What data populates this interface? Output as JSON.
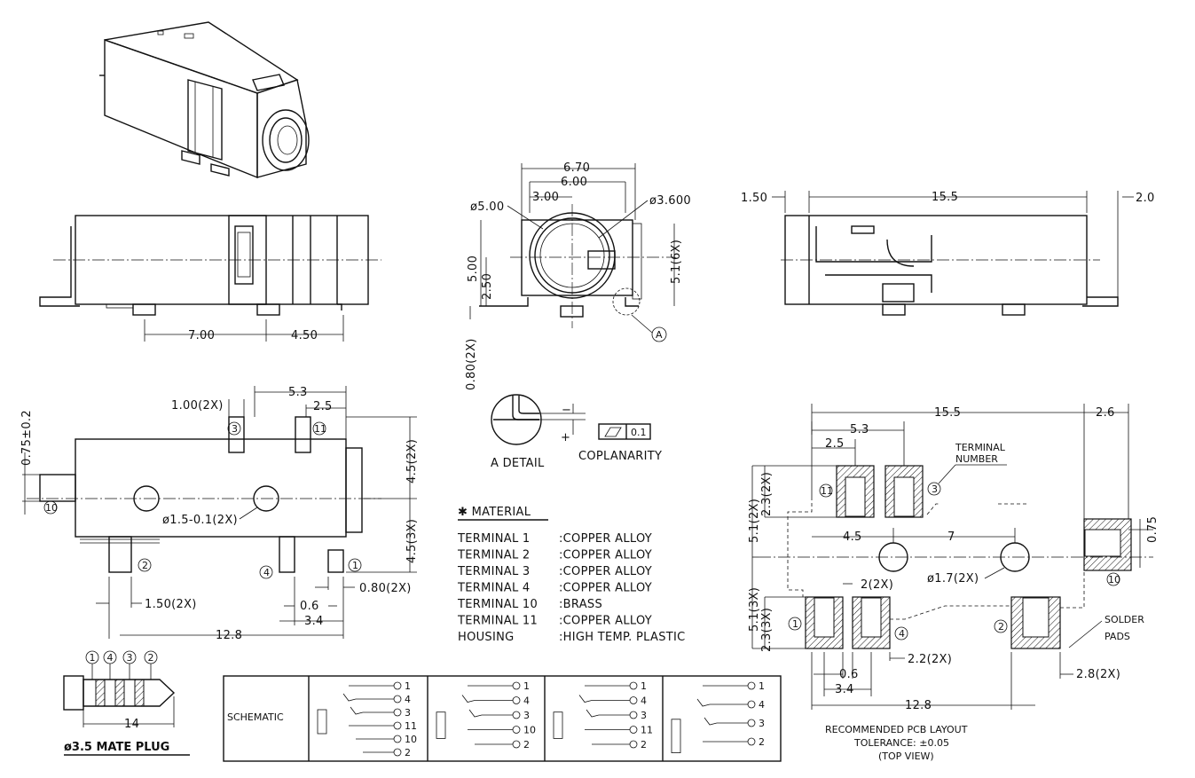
{
  "side_view": {
    "dim_700": "7.00",
    "dim_450": "4.50"
  },
  "front_view": {
    "dim_670": "6.70",
    "dim_600": "6.00",
    "dim_300": "3.00",
    "dia_500": "ø5.00",
    "dia_3600": "ø3.600",
    "dim_500v": "5.00",
    "dim_250v": "2.50",
    "dim_51_6x": "5.1(6X)",
    "dim_080_2x": "0.80(2X)",
    "detail_ref": "A"
  },
  "rear_view": {
    "dim_150": "1.50",
    "dim_155": "15.5",
    "dim_20": "2.0"
  },
  "top_view": {
    "dim_100_2x": "1.00(2X)",
    "dim_53": "5.3",
    "dim_25": "2.5",
    "dim_075": "0.75±0.2",
    "dim_45_2x": "4.5(2X)",
    "dim_45_3x": "4.5(3X)",
    "hole": "ø1.5-0.1(2X)",
    "dim_150_2x": "1.50(2X)",
    "dim_080_2x": "0.80(2X)",
    "dim_06": "0.6",
    "dim_34": "3.4",
    "dim_128": "12.8",
    "pin_3": "3",
    "pin_11": "11",
    "pin_10": "10",
    "pin_2": "2",
    "pin_4": "4",
    "pin_1": "1"
  },
  "detail": {
    "label": "A DETAIL",
    "coplanarity_label": "COPLANARITY",
    "coplanarity_value": "0.1",
    "minus": "−",
    "plus": "+"
  },
  "material": {
    "title": "✱ MATERIAL",
    "rows": [
      {
        "name": "TERMINAL 1",
        "value": ":COPPER ALLOY"
      },
      {
        "name": "TERMINAL 2",
        "value": ":COPPER ALLOY"
      },
      {
        "name": "TERMINAL 3",
        "value": ":COPPER ALLOY"
      },
      {
        "name": "TERMINAL 4",
        "value": ":COPPER ALLOY"
      },
      {
        "name": "TERMINAL 10",
        "value": ":BRASS"
      },
      {
        "name": "TERMINAL 11",
        "value": ":COPPER ALLOY"
      },
      {
        "name": "HOUSING",
        "value": ":HIGH TEMP. PLASTIC"
      }
    ]
  },
  "pcb": {
    "dim_155": "15.5",
    "dim_26": "2.6",
    "dim_53": "5.3",
    "dim_25": "2.5",
    "terminal_number": "TERMINAL\nNUMBER",
    "terminal_number_l1": "TERMINAL",
    "terminal_number_l2": "NUMBER",
    "dim_23_2x": "2.3(2X)",
    "dim_51_2x": "5.1(2X)",
    "dim_51_3x": "5.1(3X)",
    "dim_23_3x": "2.3(3X)",
    "dim_45": "4.5",
    "dim_7": "7",
    "dim_075": "0.75",
    "hole": "ø1.7(2X)",
    "dim_2_2x": "2(2X)",
    "dim_06": "0.6",
    "dim_22_2x": "2.2(2X)",
    "dim_34": "3.4",
    "dim_28_2x": "2.8(2X)",
    "dim_128": "12.8",
    "solder_l1": "SOLDER",
    "solder_l2": "PADS",
    "caption_l1": "RECOMMENDED PCB LAYOUT",
    "caption_l2": "TOLERANCE: ±0.05",
    "caption_l3": "(TOP VIEW)",
    "pin_11": "11",
    "pin_3": "3",
    "pin_1": "1",
    "pin_4": "4",
    "pin_2": "2",
    "pin_10": "10"
  },
  "plug": {
    "pins": [
      "1",
      "4",
      "3",
      "2"
    ],
    "dim_14": "14",
    "label": "ø3.5 MATE PLUG"
  },
  "schematic": {
    "title": "SCHEMATIC",
    "boxes": [
      {
        "labels": [
          "1",
          "4",
          "3",
          "11",
          "10",
          "2"
        ]
      },
      {
        "labels": [
          "1",
          "4",
          "3",
          "10",
          "2"
        ]
      },
      {
        "labels": [
          "1",
          "4",
          "3",
          "11",
          "2"
        ]
      },
      {
        "labels": [
          "1",
          "4",
          "3",
          "2"
        ]
      }
    ]
  }
}
